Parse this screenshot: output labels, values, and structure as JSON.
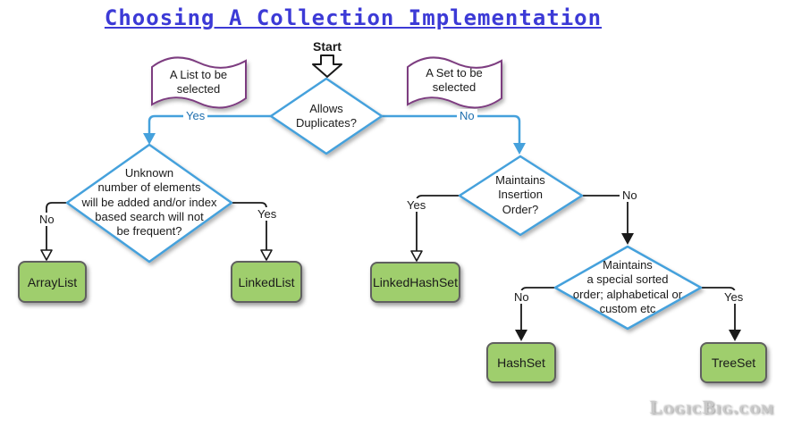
{
  "title": "Choosing A Collection Implementation",
  "start_label": "Start",
  "notes": {
    "list": "A List to be\nselected",
    "set": "A Set to be\nselected"
  },
  "decisions": {
    "allows_duplicates": "Allows\nDuplicates?",
    "unknown_elements": "Unknown\nnumber of elements\nwill be added  and/or index\nbased search will not\nbe frequent?",
    "maintains_insertion": "Maintains\nInsertion\nOrder?",
    "maintains_sorted": "Maintains\na special sorted\norder; alphabetical or\ncustom etc"
  },
  "edge_labels": {
    "duplicates_yes": "Yes",
    "duplicates_no": "No",
    "unknown_no": "No",
    "unknown_yes": "Yes",
    "insertion_yes": "Yes",
    "insertion_no": "No",
    "sorted_no": "No",
    "sorted_yes": "Yes"
  },
  "results": {
    "arraylist": "ArrayList",
    "linkedlist": "LinkedList",
    "linkedhashset": "LinkedHashSet",
    "hashset": "HashSet",
    "treeset": "TreeSet"
  },
  "watermark": "LogicBig.com",
  "colors": {
    "title": "#3c3ad6",
    "decision_border": "#45a1dc",
    "note_border": "#7d3c80",
    "result_fill": "#9fce6d",
    "result_border": "#606060",
    "edge_blue": "#45a1dc",
    "edge_blue_label": "#1f6fae",
    "edge_black": "#1a1a1a"
  }
}
